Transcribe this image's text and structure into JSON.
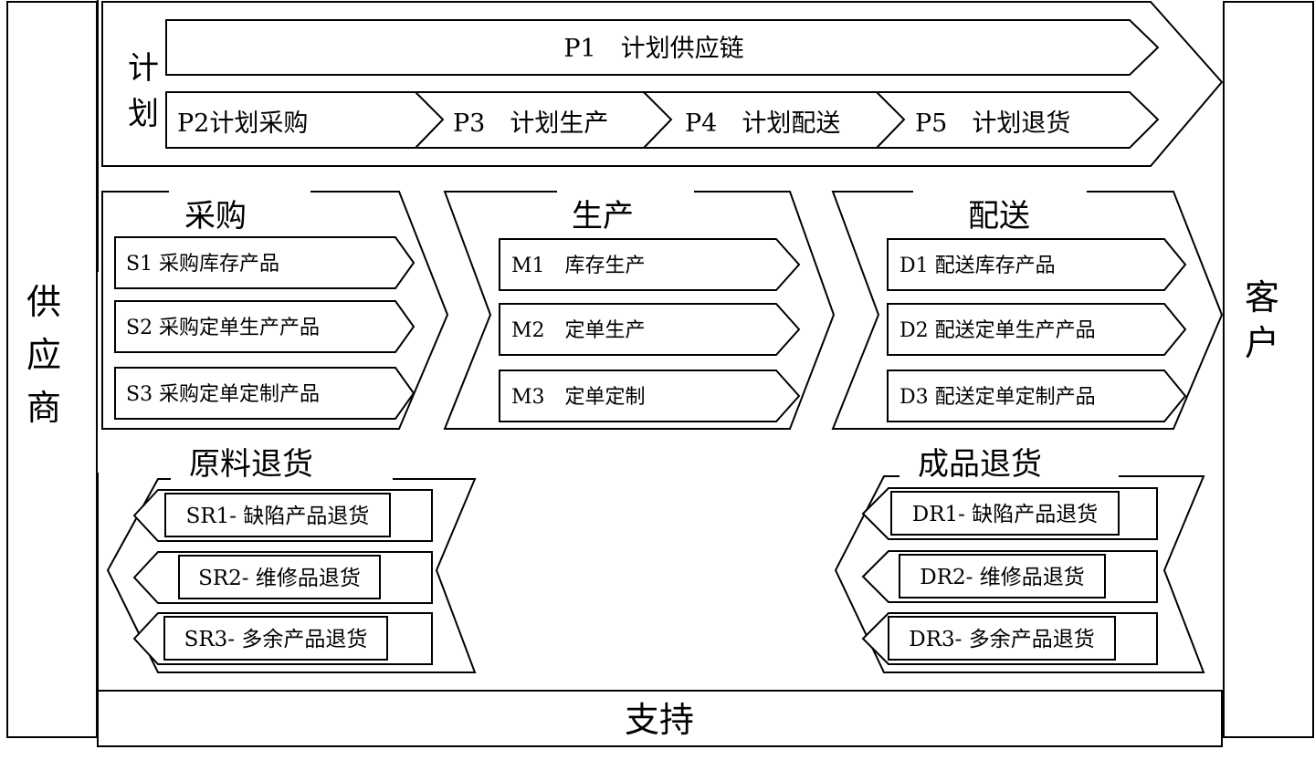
{
  "supplier": "供应商",
  "customer": "客户",
  "support": "支持",
  "plan": {
    "title": "计划",
    "p1": "P1　计划供应链",
    "p2": "P2计划采购",
    "p3": "P3　计划生产",
    "p4": "P4　计划配送",
    "p5": "P5　计划退货"
  },
  "source": {
    "title": "采购",
    "items": [
      "S1 采购库存产品",
      "S2 采购定单生产产品",
      "S3 采购定单定制产品"
    ]
  },
  "make": {
    "title": "生产",
    "items": [
      "M1　库存生产",
      "M2　定单生产",
      "M3　定单定制"
    ]
  },
  "deliver": {
    "title": "配送",
    "items": [
      "D1 配送库存产品",
      "D2 配送定单生产产品",
      "D3 配送定单定制产品"
    ]
  },
  "source_return": {
    "title": "原料退货",
    "items": [
      "SR1- 缺陷产品退货",
      "SR2- 维修品退货",
      "SR3- 多余产品退货"
    ]
  },
  "deliver_return": {
    "title": "成品退货",
    "items": [
      "DR1- 缺陷产品退货",
      "DR2- 维修品退货",
      "DR3- 多余产品退货"
    ]
  }
}
